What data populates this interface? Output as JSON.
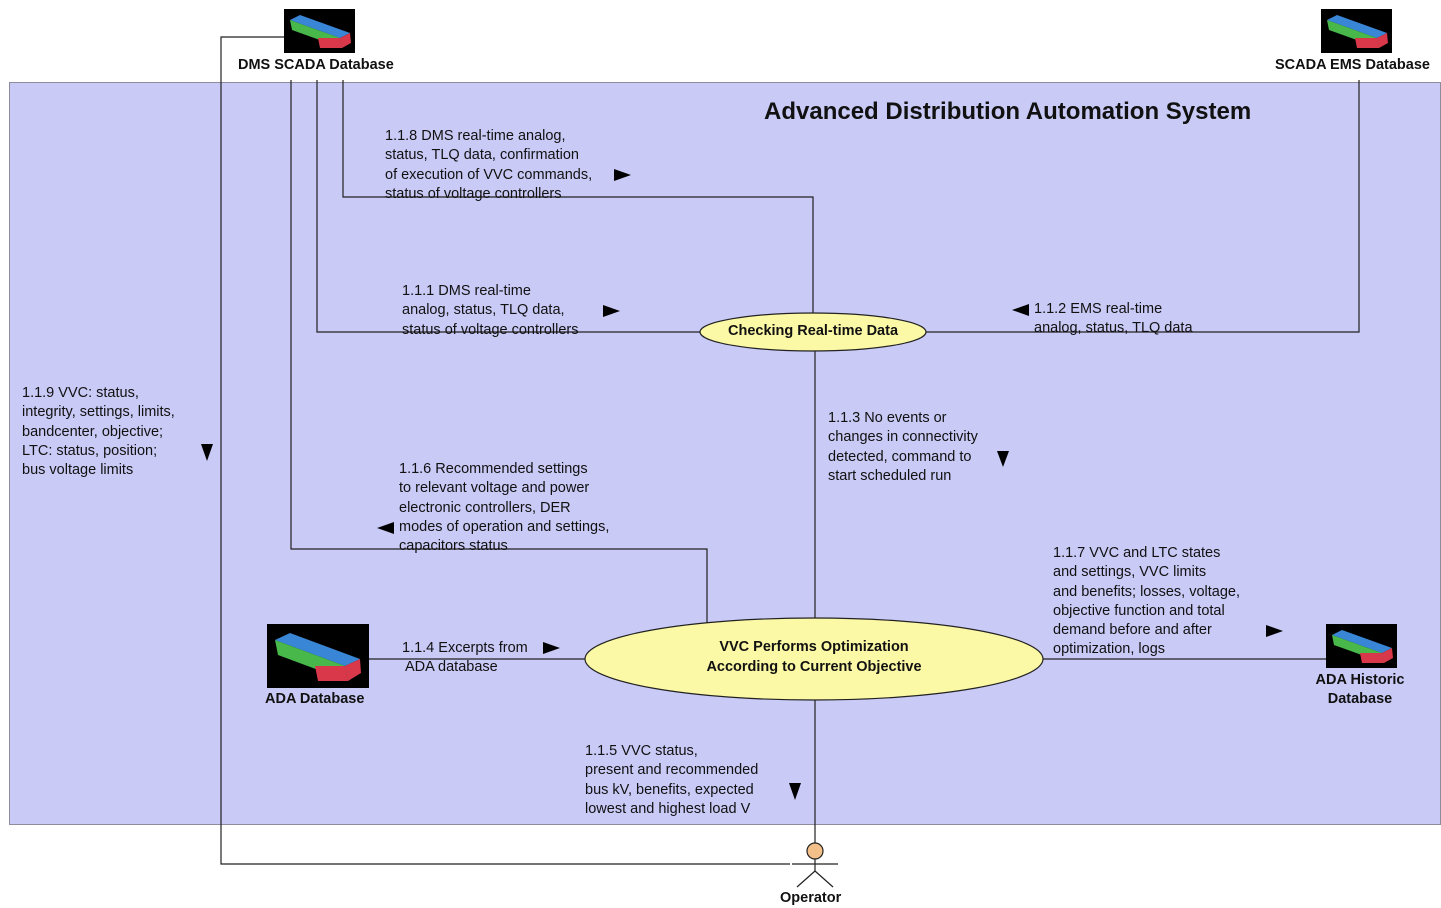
{
  "system_title": "Advanced Distribution Automation System",
  "nodes": {
    "dms_scada": "DMS SCADA Database",
    "scada_ems": "SCADA EMS Database",
    "ada_db": "ADA Database",
    "ada_historic_l1": "ADA Historic",
    "ada_historic_l2": "Database",
    "operator": "Operator"
  },
  "processes": {
    "checking": "Checking Real-time Data",
    "vvc_l1": "VVC Performs Optimization",
    "vvc_l2": "According to Current Objective"
  },
  "flows": {
    "f118": [
      "1.1.8 DMS real-time analog,",
      "status, TLQ data, confirmation",
      "of execution of VVC commands,",
      "status of voltage controllers"
    ],
    "f111": [
      "1.1.1 DMS real-time",
      "analog, status, TLQ data,",
      "status of voltage controllers"
    ],
    "f112": [
      "1.1.2 EMS real-time",
      "analog, status, TLQ data"
    ],
    "f119": [
      "1.1.9 VVC: status,",
      "integrity, settings, limits,",
      "bandcenter, objective;",
      "LTC: status, position;",
      "bus voltage limits"
    ],
    "f113": [
      "1.1.3 No events or",
      "changes in connectivity",
      "detected, command to",
      "start scheduled run"
    ],
    "f116": [
      "1.1.6 Recommended settings",
      "to relevant voltage and power",
      "electronic controllers, DER",
      "modes of operation and settings,",
      "capacitors status"
    ],
    "f117": [
      "1.1.7 VVC and LTC states",
      "and settings, VVC limits",
      "and benefits; losses, voltage,",
      "objective function and total",
      "demand before and after",
      "optimization, logs"
    ],
    "f114": [
      "1.1.4 Excerpts from",
      "ADA database"
    ],
    "f115": [
      "1.1.5 VVC status,",
      "present and recommended",
      "bus kV, benefits, expected",
      "lowest and highest load V"
    ]
  },
  "colors": {
    "system_fill": "#c9caf6",
    "process_fill": "#fbf8a6",
    "line": "#222222",
    "db_top": "#3a86d6",
    "db_side": "#d8384a",
    "db_bg": "#000000",
    "operator_head": "#f4c08a"
  }
}
